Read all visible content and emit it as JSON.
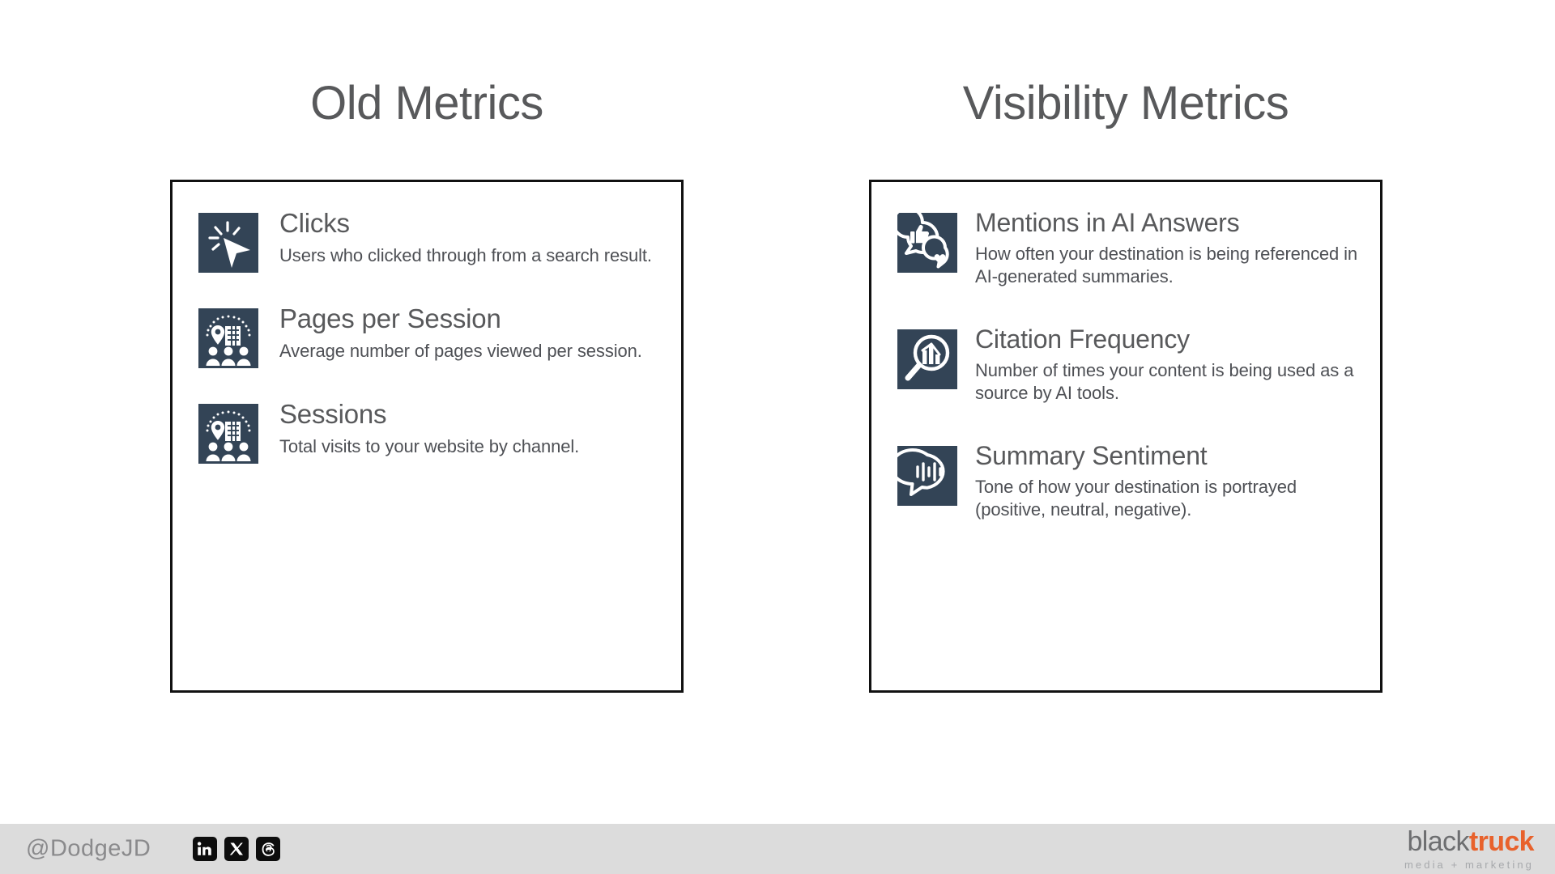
{
  "slide": {
    "background_color": "#ffffff",
    "icon_tile_color": "#334456",
    "heading_color": "#58595b",
    "card_border_color": "#111111"
  },
  "columns": [
    {
      "id": "old-metrics",
      "heading": "Old Metrics",
      "metrics": [
        {
          "icon": "click-cursor-icon",
          "title": "Clicks",
          "description": "Users who clicked through from a search result."
        },
        {
          "icon": "destination-audience-icon",
          "title": "Pages per Session",
          "description": "Average number of pages viewed per session."
        },
        {
          "icon": "destination-audience-icon",
          "title": "Sessions",
          "description": "Total visits to your website by channel."
        }
      ]
    },
    {
      "id": "visibility-metrics",
      "heading": "Visibility Metrics",
      "metrics": [
        {
          "icon": "speech-bubbles-reaction-icon",
          "title": "Mentions in AI Answers",
          "description": "How often your destination is being referenced in AI-generated summaries."
        },
        {
          "icon": "magnifier-bar-chart-icon",
          "title": "Citation Frequency",
          "description": "Number of times your content is being used as a source by AI tools."
        },
        {
          "icon": "speech-bubble-waveform-icon",
          "title": "Summary Sentiment",
          "description": "Tone of how your destination is portrayed (positive, neutral, negative)."
        }
      ]
    }
  ],
  "footer": {
    "handle": "@DodgeJD",
    "background_color": "#dcdcdc",
    "social": [
      {
        "name": "linkedin-icon",
        "label": "in"
      },
      {
        "name": "x-twitter-icon",
        "label": "X"
      },
      {
        "name": "threads-icon",
        "label": "@"
      }
    ],
    "brand": {
      "word_primary": "black",
      "word_accent": "truck",
      "tagline": "media + marketing",
      "accent_color": "#e8622c",
      "primary_color": "#6d6e70"
    }
  }
}
